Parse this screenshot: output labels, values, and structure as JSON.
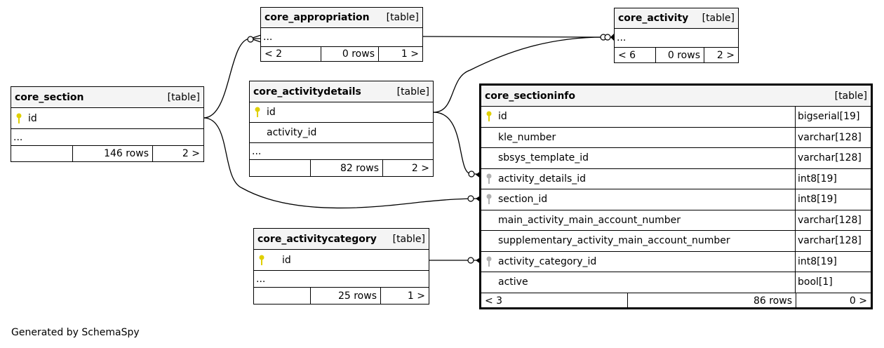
{
  "tables": {
    "appropriation": {
      "name": "core_appropriation",
      "kind": "[table]",
      "cols": [
        "..."
      ],
      "parents": "< 2",
      "rows": "0 rows",
      "children": "1 >"
    },
    "activity": {
      "name": "core_activity",
      "kind": "[table]",
      "cols": [
        "..."
      ],
      "parents": "< 6",
      "rows": "0 rows",
      "children": "2 >"
    },
    "section": {
      "name": "core_section",
      "kind": "[table]",
      "cols": [
        "id",
        "..."
      ],
      "parents": "",
      "rows": "146 rows",
      "children": "2 >"
    },
    "activitydetails": {
      "name": "core_activitydetails",
      "kind": "[table]",
      "cols": [
        "id",
        "activity_id",
        "..."
      ],
      "parents": "",
      "rows": "82 rows",
      "children": "2 >"
    },
    "activitycategory": {
      "name": "core_activitycategory",
      "kind": "[table]",
      "cols": [
        "id",
        "..."
      ],
      "parents": "",
      "rows": "25 rows",
      "children": "1 >"
    },
    "sectioninfo": {
      "name": "core_sectioninfo",
      "kind": "[table]",
      "cols": [
        {
          "name": "id",
          "type": "bigserial[19]"
        },
        {
          "name": "kle_number",
          "type": "varchar[128]"
        },
        {
          "name": "sbsys_template_id",
          "type": "varchar[128]"
        },
        {
          "name": "activity_details_id",
          "type": "int8[19]"
        },
        {
          "name": "section_id",
          "type": "int8[19]"
        },
        {
          "name": "main_activity_main_account_number",
          "type": "varchar[128]"
        },
        {
          "name": "supplementary_activity_main_account_number",
          "type": "varchar[128]"
        },
        {
          "name": "activity_category_id",
          "type": "int8[19]"
        },
        {
          "name": "active",
          "type": "bool[1]"
        }
      ],
      "parents": "< 3",
      "rows": "86 rows",
      "children": "0 >"
    }
  },
  "footer": "Generated by SchemaSpy",
  "colors": {
    "primary_key": "#e0d000",
    "foreign_key": "#b0b0b0",
    "header_bg": "#f4f4f4"
  }
}
